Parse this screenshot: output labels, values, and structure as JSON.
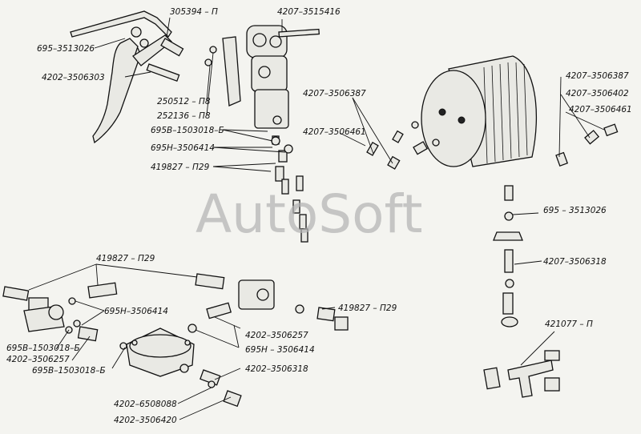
{
  "watermark": "AutoSoft",
  "callouts": [
    {
      "id": "c1",
      "text": "305394 – П"
    },
    {
      "id": "c2",
      "text": "4207–3515416"
    },
    {
      "id": "c3",
      "text": "695–3513026"
    },
    {
      "id": "c4",
      "text": "4202–3506303"
    },
    {
      "id": "c5",
      "text": "250512 – П8"
    },
    {
      "id": "c6",
      "text": "252136 – П8"
    },
    {
      "id": "c7",
      "text": "695В–1503018–Б"
    },
    {
      "id": "c8",
      "text": "695Н–3506414"
    },
    {
      "id": "c9",
      "text": "419827 – П29"
    },
    {
      "id": "c10",
      "text": "4207–3506387"
    },
    {
      "id": "c11",
      "text": "4207–3506461"
    },
    {
      "id": "c12",
      "text": "4207–3506387"
    },
    {
      "id": "c13",
      "text": "4207–3506402"
    },
    {
      "id": "c14",
      "text": "4207–3506461"
    },
    {
      "id": "c15",
      "text": "695 – 3513026"
    },
    {
      "id": "c16",
      "text": "4207–3506318"
    },
    {
      "id": "c17",
      "text": "421077 – П"
    },
    {
      "id": "c18",
      "text": "419827 – П29"
    },
    {
      "id": "c19",
      "text": "695Н–3506414"
    },
    {
      "id": "c20",
      "text": "419827 – П29"
    },
    {
      "id": "c21",
      "text": "4202–3506257"
    },
    {
      "id": "c22",
      "text": "695Н – 3506414"
    },
    {
      "id": "c23",
      "text": "695В–1503018–Б"
    },
    {
      "id": "c24",
      "text": "4202–3506257"
    },
    {
      "id": "c25",
      "text": "695В–1503018–Б"
    },
    {
      "id": "c26",
      "text": "4202–3506318"
    },
    {
      "id": "c27",
      "text": "4202–6508088"
    },
    {
      "id": "c28",
      "text": "4202–3506420"
    }
  ]
}
